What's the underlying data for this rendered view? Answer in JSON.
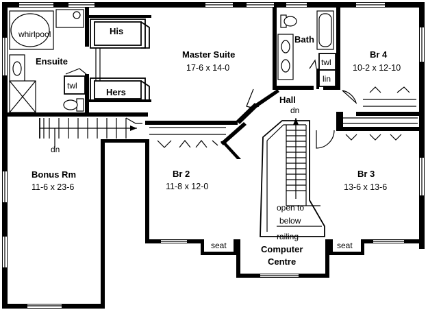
{
  "rooms": {
    "whirlpool": "whirlpool",
    "his": "His",
    "hers": "Hers",
    "ensuite": "Ensuite",
    "twl_ensuite": "twl",
    "master_name": "Master Suite",
    "master_dim": "17-6 x 14-0",
    "bath": "Bath",
    "twl_bath": "twl",
    "lin": "lin",
    "br4_name": "Br 4",
    "br4_dim": "10-2 x 12-10",
    "hall": "Hall",
    "hall_dn": "dn",
    "bonus_dn": "dn",
    "bonus_name": "Bonus Rm",
    "bonus_dim": "11-6 x 23-6",
    "br2_name": "Br 2",
    "br2_dim": "11-8 x 12-0",
    "br3_name": "Br 3",
    "br3_dim": "13-6 x 13-6",
    "open_line1": "open to",
    "open_line2": "below",
    "railing": "railing",
    "seat_br2": "seat",
    "seat_br3": "seat",
    "computer_line1": "Computer",
    "computer_line2": "Centre"
  },
  "colors": {
    "ink": "#000000",
    "paper": "#ffffff"
  }
}
